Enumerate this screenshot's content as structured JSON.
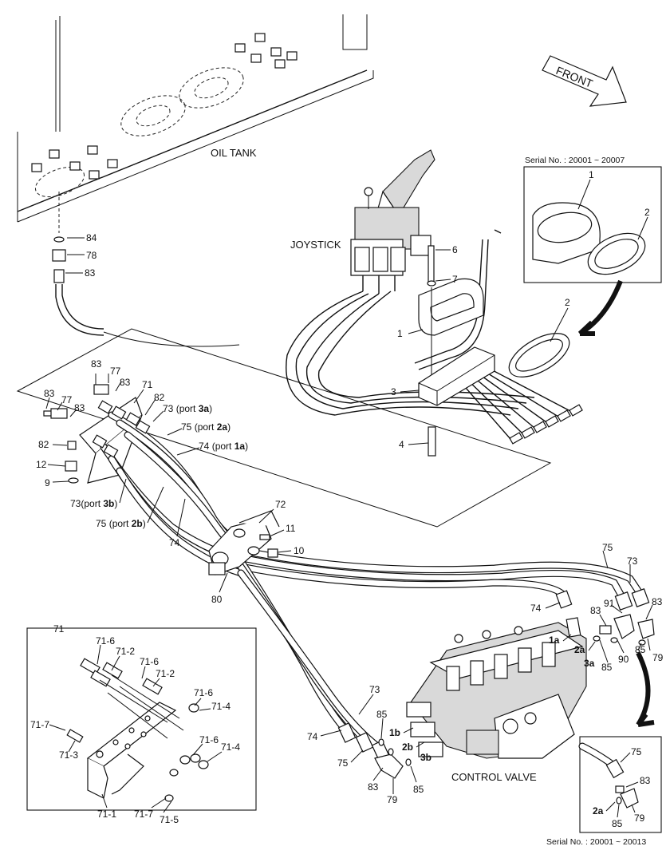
{
  "captions": {
    "oil_tank": "OIL TANK",
    "joystick": "JOYSTICK",
    "control_valve": "CONTROL VALVE",
    "front": "FRONT"
  },
  "serials": {
    "top_inset": "Serial No. : 20001 ~ 20007",
    "bottom_inset": "Serial No. : 20001 ~ 20013"
  },
  "labels": {
    "p84": "84",
    "p78": "78",
    "p83_tank": "83",
    "p6": "6",
    "p7": "7",
    "p1": "1",
    "p2": "2",
    "p3": "3",
    "p4": "4",
    "ins_1": "1",
    "ins_2": "2",
    "p83_a": "83",
    "p77_a": "77",
    "p83_b": "83",
    "p71": "71",
    "p83_c": "83",
    "p77_b": "77",
    "p83_d": "83",
    "p82_a": "82",
    "p73_port": "73",
    "p75_port": "75",
    "p74_port": "74",
    "p82_b": "82",
    "p12": "12",
    "p9": "9",
    "p73_port3b": "73",
    "p75_port2b": "75",
    "p74_mid": "74",
    "p72": "72",
    "p11": "11",
    "p10": "10",
    "p80": "80",
    "p75_r": "75",
    "p73_r": "73",
    "p74_r": "74",
    "p91": "91",
    "p83_r1": "83",
    "p83_r2": "83",
    "p85_r1": "85",
    "p90": "90",
    "p85_r2": "85",
    "p79_r": "79",
    "p73_lo": "73",
    "p74_lo": "74",
    "p85_lo": "85",
    "p75_lo": "75",
    "p83_lo": "83",
    "p79_lo": "79",
    "p85_lo2": "85",
    "b75": "75",
    "b83": "83",
    "b85": "85",
    "b79": "79",
    "b2a": "2a",
    "port_1a": "1a",
    "port_2a": "2a",
    "port_3a": "3a",
    "port_1b": "1b",
    "port_2b": "2b",
    "port_3b": "3b",
    "d71": "71",
    "d71_6a": "71-6",
    "d71_2a": "71-2",
    "d71_6b": "71-6",
    "d71_2b": "71-2",
    "d71_6c": "71-6",
    "d71_4a": "71-4",
    "d71_6d": "71-6",
    "d71_4b": "71-4",
    "d71_7a": "71-7",
    "d71_3": "71-3",
    "d71_1": "71-1",
    "d71_7b": "71-7",
    "d71_5": "71-5"
  },
  "port_texts": {
    "port3a_pre": "(port ",
    "port3a_num": "3a",
    "port3a_post": ")",
    "port2a_pre": "(port ",
    "port2a_num": "2a",
    "port2a_post": ")",
    "port1a_pre": "(port ",
    "port1a_num": "1a",
    "port1a_post": ")",
    "port3b_pre": "(port ",
    "port3b_num": "3b",
    "port3b_post": ")",
    "port2b_pre": "(port ",
    "port2b_num": "2b",
    "port2b_post": ")"
  }
}
